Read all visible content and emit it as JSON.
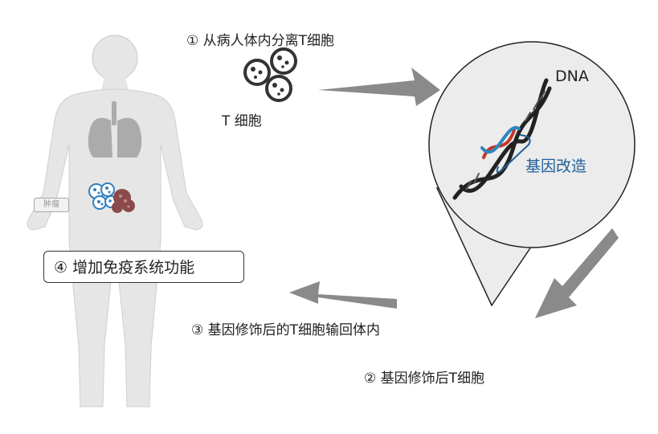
{
  "steps": {
    "step1": "① 从病人体内分离T细胞",
    "step2": "② 基因修饰后T细胞",
    "step3": "③ 基因修饰后的T细胞输回体内",
    "step4": "④ 增加免疫系统功能"
  },
  "labels": {
    "t_cell": "T 细胞",
    "dna": "DNA",
    "gene_edit": "基因改造",
    "tumor": "肿瘤"
  },
  "colors": {
    "body": "#e6e6e6",
    "lungs": "#ababab",
    "arrow": "#8a8a8a",
    "t_cell": "#333333",
    "modified_cell": "#2f7fc0",
    "tumor_cell": "#8b4a4a",
    "dna_strand": "#222222",
    "dna_edit_strand_red": "#c0392b",
    "dna_edit_strand_blue": "#2e86c1"
  },
  "icons": [
    "human-body-silhouette",
    "lungs-icon",
    "t-cell-cluster-icon",
    "dna-helix-icon",
    "magnifier-circle",
    "arrow-icon"
  ]
}
